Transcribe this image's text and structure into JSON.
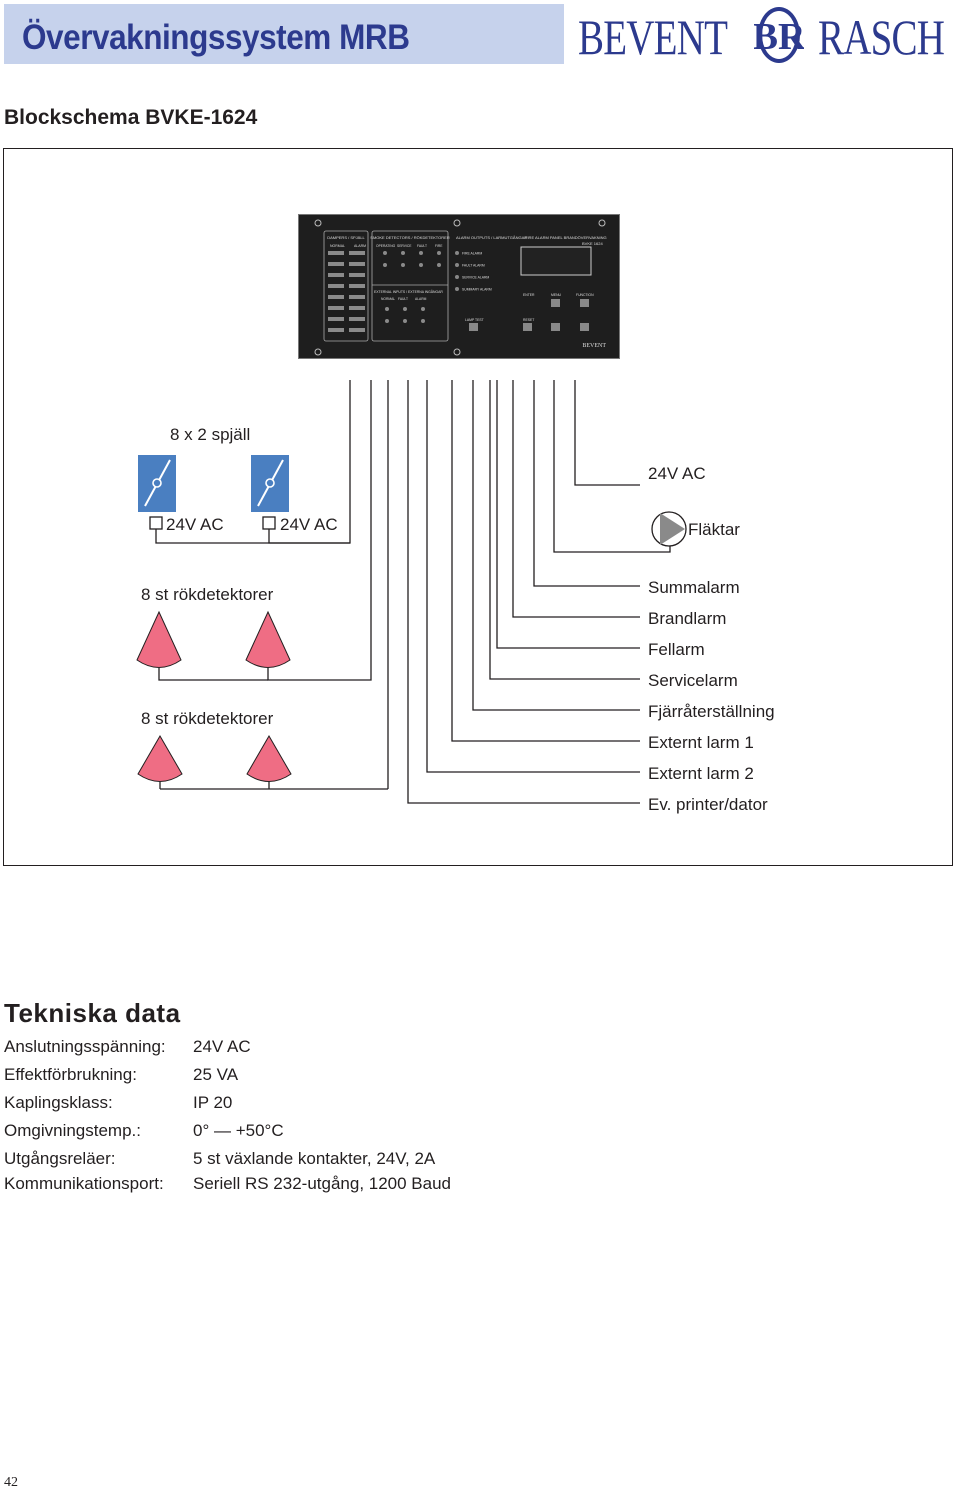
{
  "header": {
    "title": "Övervakningssystem MRB",
    "logo_left": "BEVENT",
    "logo_right": "RASCH",
    "logo_monogram": "BR"
  },
  "section_title": "Blockschema BVKE-1624",
  "panel": {
    "header_dampers": "DAMPERS / SPJÄLL",
    "header_detectors": "SMOKE DETECTORS / RÖKDETEKTORER",
    "header_outputs": "ALARM OUTPUTS / LARMUTGÅNGAR",
    "header_fire_panel": "FIRE ALARM PANEL BRANDÖVERVAKNING",
    "model": "BVKE 1624",
    "lbl_normal": "NORMAL",
    "lbl_alarm": "ALARM",
    "lbl_operating": "OPERATING",
    "lbl_service": "SERVICE",
    "lbl_fault": "FAULT",
    "lbl_fire": "FIRE",
    "out_fire": "FIRE ALARM",
    "out_fault": "FAULT ALARM",
    "out_service": "SERVICE ALARM",
    "out_summary": "SUMMARY ALARM",
    "external_inputs": "EXTERNAL INPUTS / EXTERNA INGÅNGAR",
    "ext_normal": "NORMAL",
    "ext_fault": "FAULT",
    "ext_alarm": "ALARM",
    "btn_enter": "ENTER",
    "btn_menu": "MENU",
    "btn_function": "FUNCTION",
    "btn_lamp_test": "LAMP TEST",
    "btn_reset": "RESET",
    "brand": "BEVENT"
  },
  "diagram": {
    "dampers_label": "8 x 2 spjäll",
    "damper1_power": "24V AC",
    "damper2_power": "24V AC",
    "fan_power": "24V AC",
    "fan_label": "Fläktar",
    "detectors_label_1": "8 st rökdetektorer",
    "detectors_label_2": "8 st rökdetektorer",
    "outputs": [
      "Summalarm",
      "Brandlarm",
      "Fellarm",
      "Servicelarm",
      "Fjärråterställning",
      "Externt larm 1",
      "Externt larm 2",
      "Ev. printer/dator"
    ]
  },
  "tech": {
    "title": "Tekniska data",
    "rows": [
      {
        "key": "Anslutningsspänning:",
        "value": "24V AC"
      },
      {
        "key": "Effektförbrukning:",
        "value": "25 VA"
      },
      {
        "key": "Kaplingsklass:",
        "value": "IP 20"
      },
      {
        "key": "Omgivningstemp.:",
        "value": "0°  —  +50°C"
      },
      {
        "key": "Utgångsreläer:",
        "value": "5 st växlande kontakter, 24V, 2A"
      },
      {
        "key": "Kommunikationsport:",
        "value": "Seriell RS 232-utgång, 1200 Baud"
      }
    ]
  },
  "page_number": "42",
  "colors": {
    "header_bg": "#c6d2ec",
    "brand_blue": "#2c3a8e",
    "damper_blue": "#4a7fc1",
    "detector_pink": "#ef6d84",
    "fan_gray": "#8a8a8a"
  }
}
